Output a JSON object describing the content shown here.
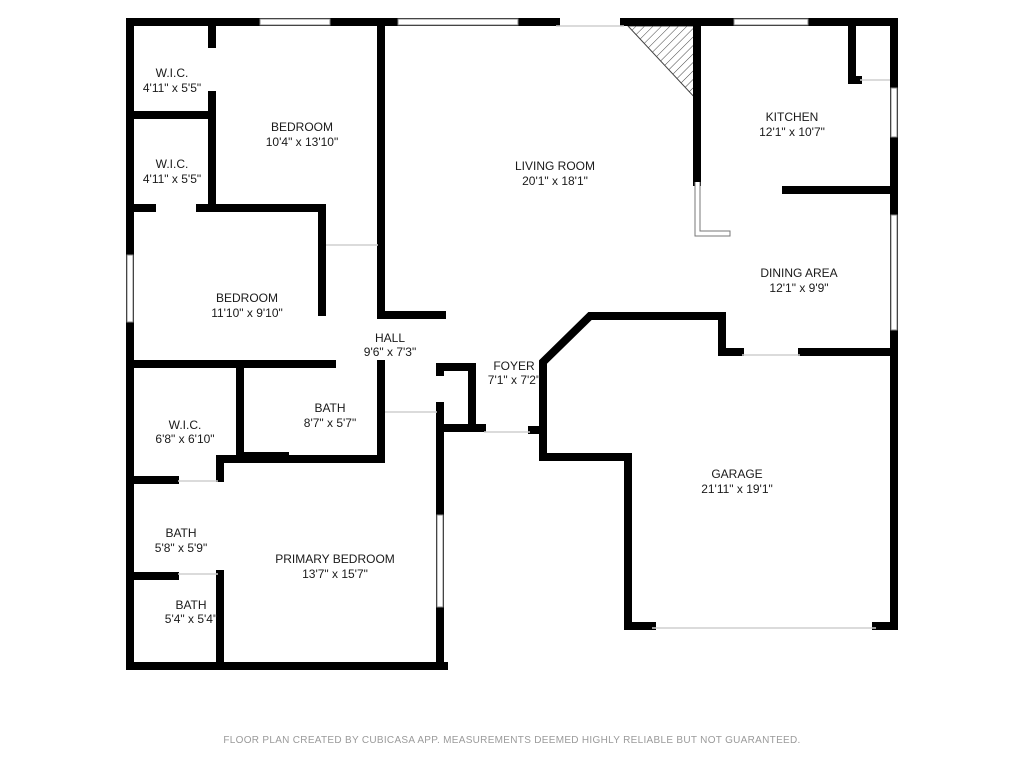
{
  "rooms": [
    {
      "name": "W.I.C.",
      "dims": "4'11\" x 5'5\""
    },
    {
      "name": "W.I.C.",
      "dims": "4'11\" x 5'5\""
    },
    {
      "name": "BEDROOM",
      "dims": "10'4\" x 13'10\""
    },
    {
      "name": "LIVING ROOM",
      "dims": "20'1\" x 18'1\""
    },
    {
      "name": "KITCHEN",
      "dims": "12'1\" x 10'7\""
    },
    {
      "name": "BEDROOM",
      "dims": "11'10\" x 9'10\""
    },
    {
      "name": "DINING AREA",
      "dims": "12'1\" x 9'9\""
    },
    {
      "name": "HALL",
      "dims": "9'6\" x 7'3\""
    },
    {
      "name": "FOYER",
      "dims": "7'1\" x 7'2\""
    },
    {
      "name": "W.I.C.",
      "dims": "6'8\" x 6'10\""
    },
    {
      "name": "BATH",
      "dims": "8'7\" x 5'7\""
    },
    {
      "name": "GARAGE",
      "dims": "21'11\" x 19'1\""
    },
    {
      "name": "BATH",
      "dims": "5'8\" x 5'9\""
    },
    {
      "name": "PRIMARY BEDROOM",
      "dims": "13'7\" x 15'7\""
    },
    {
      "name": "BATH",
      "dims": "5'4\" x 5'4\""
    }
  ],
  "footer": "FLOOR PLAN CREATED BY CUBICASA APP. MEASUREMENTS DEEMED HIGHLY RELIABLE BUT NOT GUARANTEED.",
  "colors": {
    "wall": "#000000",
    "window": "#8a8a8a",
    "footer_text": "#9a9a9a"
  }
}
